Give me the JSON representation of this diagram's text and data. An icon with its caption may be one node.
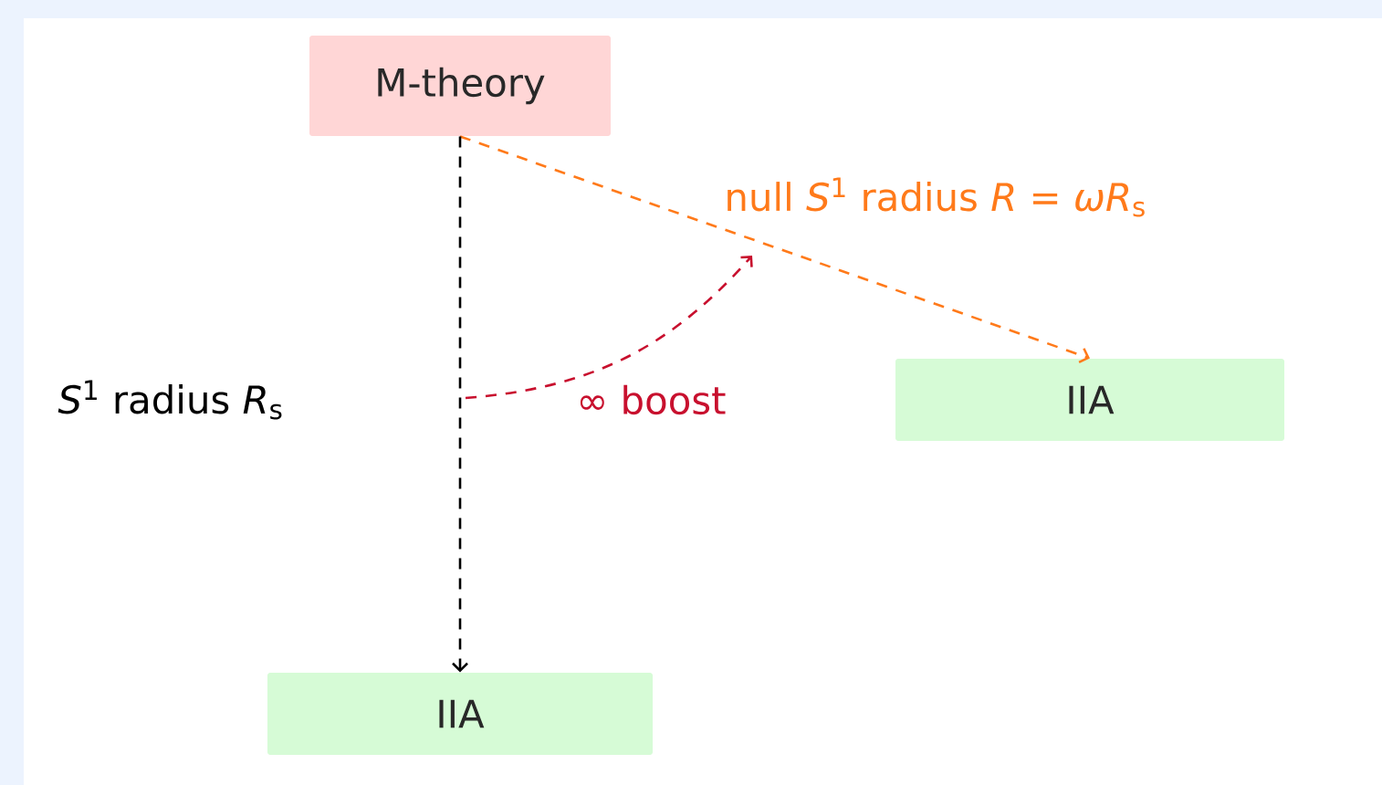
{
  "diagram": {
    "nodes": [
      {
        "text": [
          "M-theory"
        ]
      },
      {
        "text": [
          "IIA"
        ]
      },
      {
        "text": [
          "IIA"
        ]
      }
    ],
    "edges": [
      {
        "from": 0,
        "to": 1,
        "arrow": "to",
        "style": "dashed",
        "color": "#ff7a1a",
        "label": "null *S*$^{1}$ radius *R* = *ωR*$_{s}$"
      },
      {
        "from": 0,
        "to": 2,
        "arrow": "to",
        "style": "dashed",
        "color": "#000000",
        "label": "*S*$^{1}$ radius *R*$_{s}$"
      }
    ],
    "labels": [
      "∞ boost"
    ]
  }
}
